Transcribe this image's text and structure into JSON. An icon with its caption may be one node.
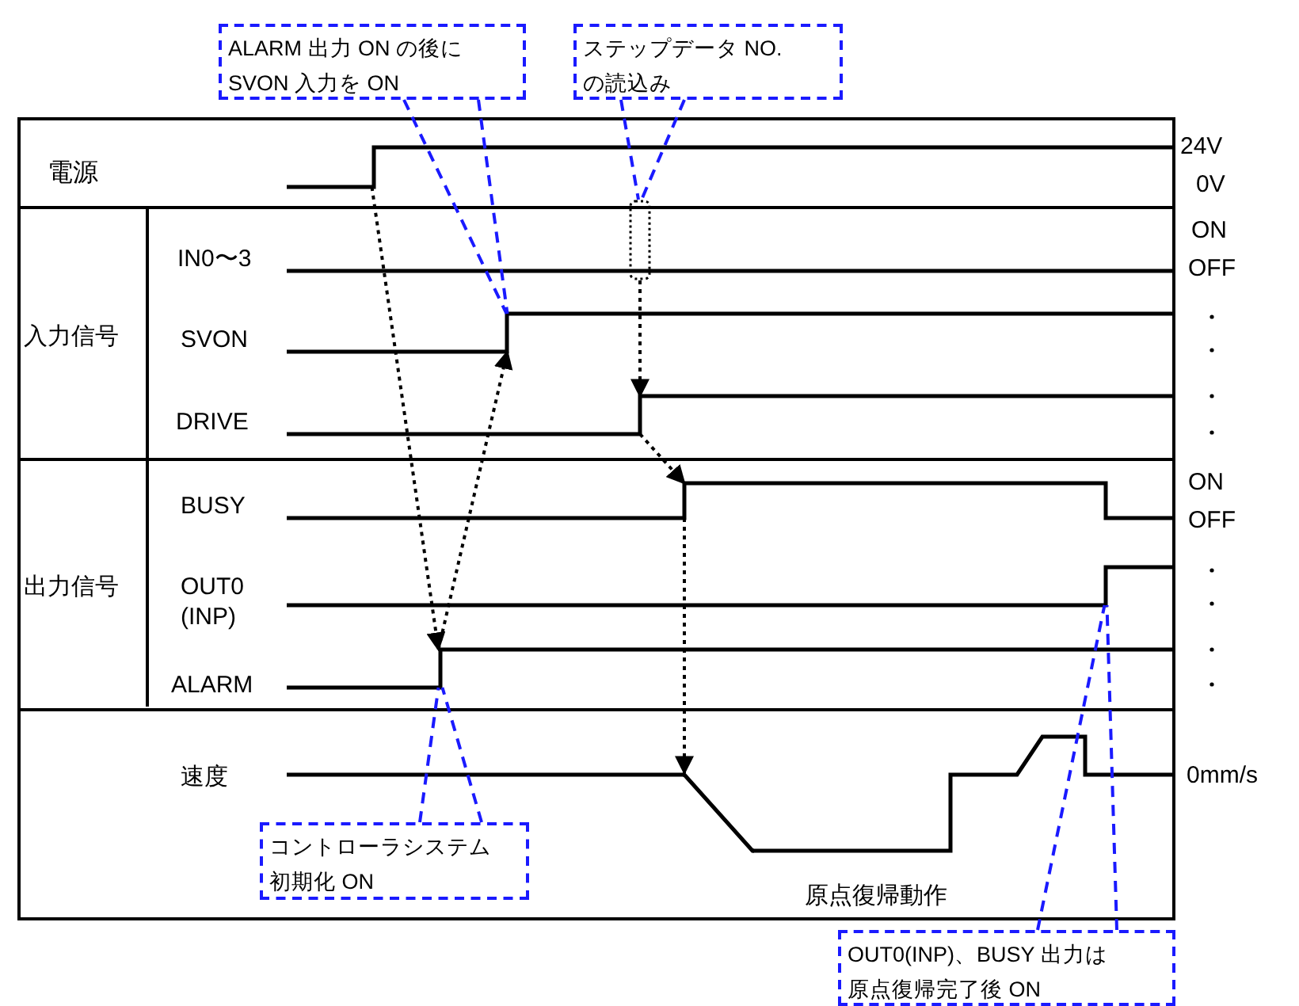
{
  "diagram": {
    "nodes": [
      {
        "text": [
          "ALARM 出力 ON の後にSVON 入力を ON"
        ]
      },
      {
        "text": [
          "ステップデータ NO.の読込み"
        ]
      },
      {
        "text": [],
        "shape": "box"
      },
      {
        "text": [
          "電源"
        ]
      },
      {
        "text": [
          "入力信号"
        ]
      },
      {
        "text": [
          "IN0〜3"
        ]
      },
      {
        "text": [
          "SVON"
        ]
      },
      {
        "text": [
          "DRIVE"
        ]
      },
      {
        "text": [
          "出力信号"
        ]
      },
      {
        "text": [
          "BUSY"
        ]
      },
      {
        "text": [
          "OUT0 (INP)"
        ]
      },
      {
        "text": [
          "ALARM"
        ]
      },
      {
        "text": [
          "速度"
        ]
      },
      {
        "text": [
          "コントローラシステム初期化 ON"
        ]
      },
      {
        "text": [
          "OUT0(INP)、BUSY 出力は原点復帰完了後 ON"
        ]
      },
      {
        "text": [],
        "shape": "bar"
      },
      {
        "text": [],
        "shape": "bar"
      },
      {
        "text": [],
        "shape": "bar"
      },
      {
        "text": [],
        "shape": "bar"
      },
      {
        "text": [],
        "shape": "bar"
      },
      {
        "text": [],
        "shape": "bar"
      },
      {
        "text": [],
        "shape": "line"
      }
    ],
    "edges": [
      {
        "from": 0,
        "to": 17,
        "arrow": "none",
        "style": "dashed"
      },
      {
        "from": 0,
        "to": 17,
        "arrow": "none",
        "style": "dashed"
      },
      {
        "from": 1,
        "to": 2,
        "arrow": "none",
        "style": "dashed"
      },
      {
        "from": 1,
        "to": 2,
        "arrow": "none",
        "style": "dashed"
      },
      {
        "from": 15,
        "to": 16,
        "arrow": "to",
        "style": "dashed",
        "color": "#000000"
      },
      {
        "from": 16,
        "to": 17,
        "arrow": "to",
        "style": "dashed",
        "color": "#000000"
      },
      {
        "from": 2,
        "to": 18,
        "arrow": "to",
        "style": "dashed",
        "color": "#000000"
      },
      {
        "from": 18,
        "to": 19,
        "arrow": "to",
        "style": "dashed",
        "color": "#000000"
      },
      {
        "from": 19,
        "to": 21,
        "arrow": "to",
        "style": "dashed",
        "color": "#000000"
      },
      {
        "from": 13,
        "to": 16,
        "arrow": "none",
        "style": "dashed"
      },
      {
        "from": 13,
        "to": 16,
        "arrow": "none",
        "style": "dashed"
      },
      {
        "from": 14,
        "to": 20,
        "arrow": "none",
        "style": "dashed"
      },
      {
        "from": 14,
        "to": 20,
        "arrow": "none",
        "style": "dashed"
      }
    ],
    "labels": [
      "24V",
      "0V",
      "ON",
      "OFF",
      "ON",
      "OFF",
      "0mm/s",
      "原点復帰動作"
    ]
  }
}
